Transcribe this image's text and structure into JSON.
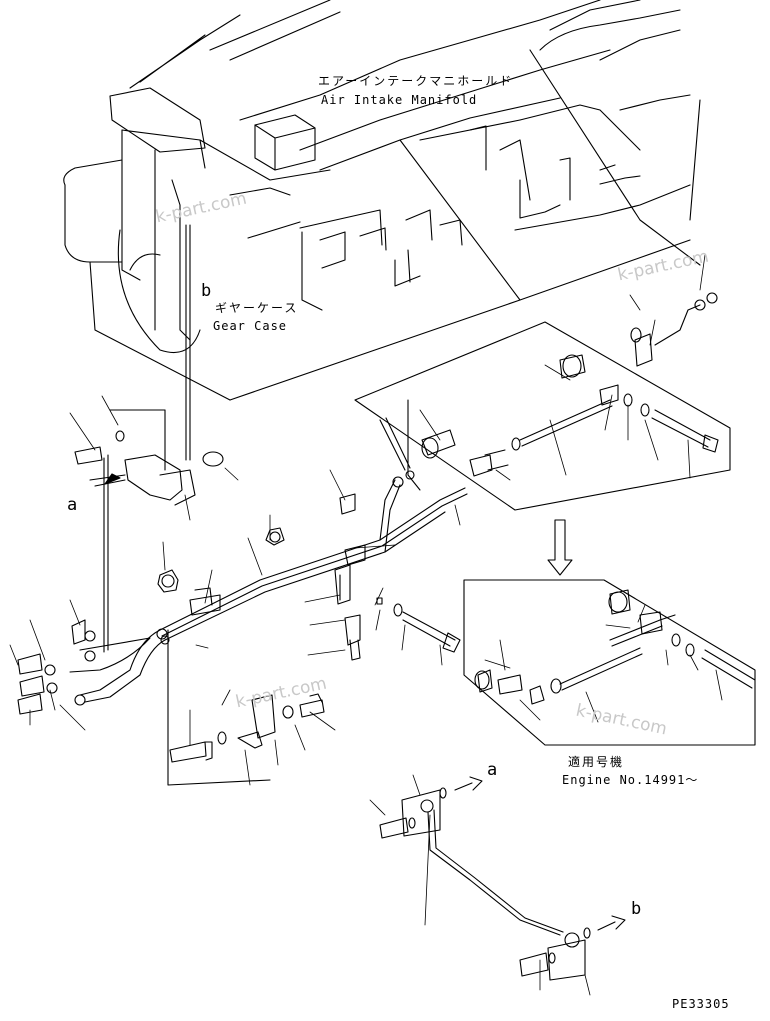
{
  "diagram": {
    "labels": {
      "air_intake_manifold_jp": "エアーインテークマニホールド",
      "air_intake_manifold_en": "Air Intake Manifold",
      "gear_case_jp": "ギヤーケース",
      "gear_case_en": "Gear Case",
      "applicable_engine_jp": "適用号機",
      "applicable_engine_en": "Engine No.14991～",
      "figure_code": "PE33305"
    },
    "refs": {
      "a_left": "a",
      "b_left": "b",
      "a_right": "a",
      "b_right": "b"
    },
    "watermarks": [
      "k-part.com",
      "k-part.com",
      "k-part.com",
      "k-part.com"
    ]
  }
}
